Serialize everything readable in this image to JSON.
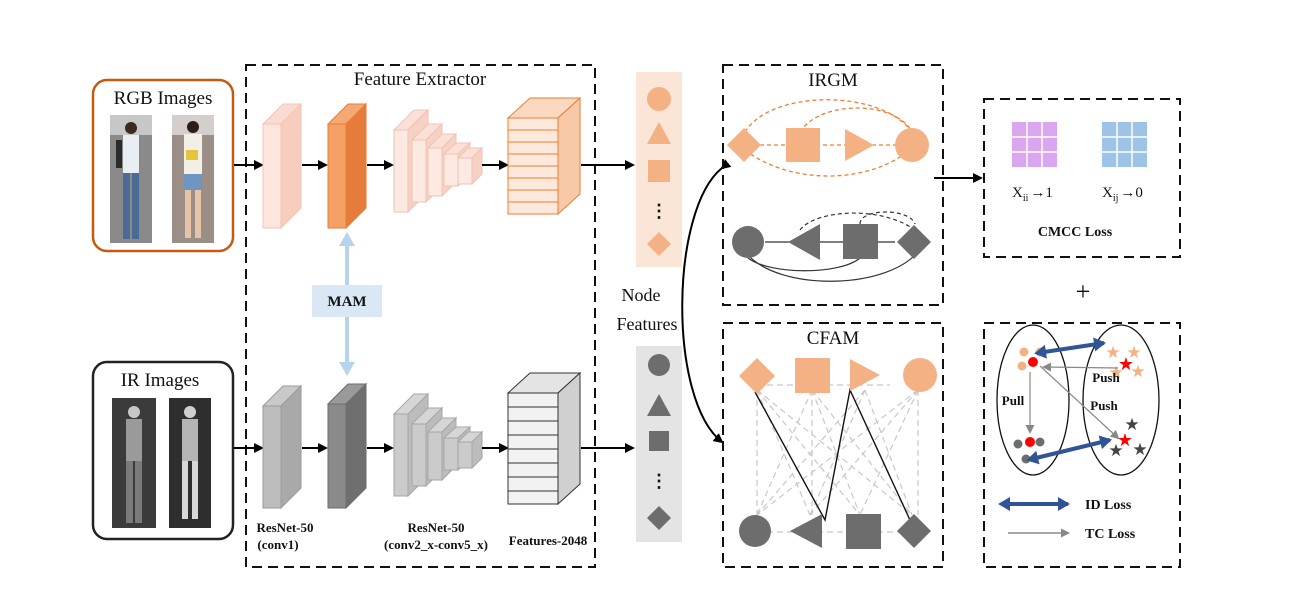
{
  "inputs": {
    "rgb_title": "RGB Images",
    "ir_title": "IR Images"
  },
  "extractor": {
    "title": "Feature Extractor",
    "mam_label": "MAM",
    "label_conv1_a": "ResNet-50",
    "label_conv1_b": "(conv1)",
    "label_conv2_a": "ResNet-50",
    "label_conv2_b": "(conv2_x-conv5_x)",
    "label_features": "Features-2048"
  },
  "node_features": {
    "label_line1": "Node",
    "label_line2": "Features",
    "dots": "⋮"
  },
  "irgm": {
    "title": "IRGM"
  },
  "cfam": {
    "title": "CFAM"
  },
  "cmcc": {
    "x1_base": "X",
    "x1_sub": "ii",
    "x1_rhs": "→1",
    "x2_base": "X",
    "x2_sub": "ij",
    "x2_rhs": "→0",
    "loss_label": "CMCC Loss"
  },
  "plus": "+",
  "tc_panel": {
    "pull": "Pull",
    "push1": "Push",
    "push2": "Push",
    "id_loss": "ID Loss",
    "tc_loss": "TC Loss"
  },
  "colors": {
    "orange": "#f4b183",
    "orange_dark": "#ed7d31",
    "gray": "#6d6d6d",
    "rgb_border": "#c55a11",
    "blue_arrow": "#2f5597",
    "mam_fill": "#dae8f5",
    "grid_purple": "#d9a6f0",
    "grid_blue": "#9dc3e6"
  }
}
